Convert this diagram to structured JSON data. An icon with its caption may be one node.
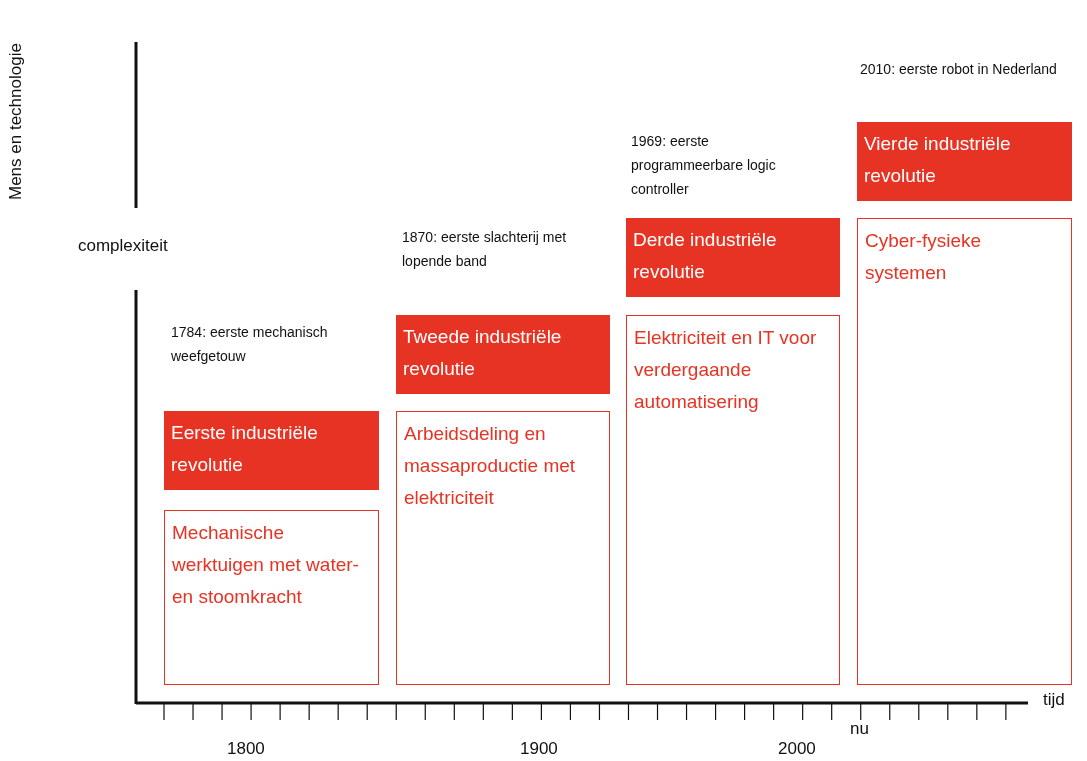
{
  "diagram": {
    "nodes": [
      {
        "text": [
          "Eerste industriële revolutie"
        ]
      },
      {
        "text": [
          "Mechanische werktuigen met water- en stoomkracht"
        ]
      },
      {
        "text": [
          "Tweede industriële revolutie"
        ]
      },
      {
        "text": [
          "Arbeidsdeling en massaproductie met elektriciteit"
        ]
      },
      {
        "text": [
          "Derde industriële revolutie"
        ]
      },
      {
        "text": [
          "Elektriciteit en IT voor verdergaande automatisering"
        ]
      },
      {
        "text": [
          "Vierde industriële revolutie"
        ]
      },
      {
        "text": [
          "Cyber-fysieke systemen"
        ]
      }
    ],
    "labels": [
      "Mens en technologie",
      "2010: eerste robot in Nederland",
      "1969: eerste programmeerbare logic controller",
      "complexiteit",
      "1870: eerste slachterij met lopende band",
      "1784: eerste mechanisch weefgetouw",
      "tijd",
      "nu",
      "1800",
      "1900",
      "2000"
    ]
  }
}
